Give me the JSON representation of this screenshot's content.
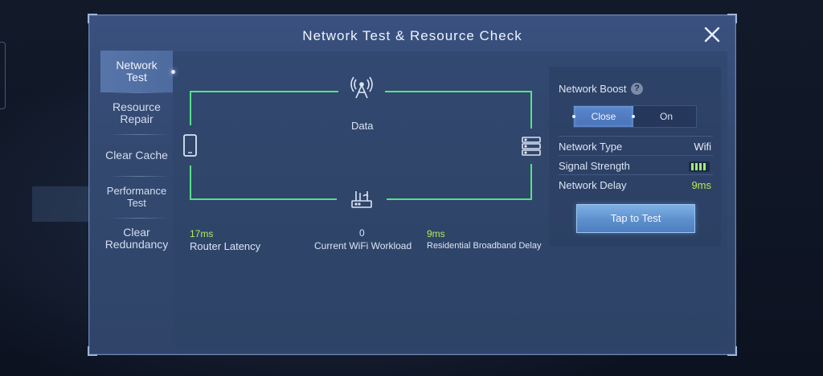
{
  "dialog": {
    "title": "Network Test & Resource Check",
    "close_icon": "close-icon"
  },
  "sidebar": {
    "items": [
      {
        "label": "Network Test",
        "active": true
      },
      {
        "label": "Resource Repair",
        "active": false
      },
      {
        "label": "Clear Cache",
        "active": false
      },
      {
        "label": "Performance Test",
        "active": false
      },
      {
        "label": "Clear Redundancy",
        "active": false
      }
    ]
  },
  "diagram": {
    "data_label": "Data",
    "icons": {
      "antenna": "antenna-icon",
      "phone": "phone-icon",
      "server": "server-icon",
      "router": "router-icon"
    },
    "line_color": "#57e08a",
    "router_latency": {
      "value": "17ms",
      "label": "Router Latency"
    },
    "wifi_workload": {
      "value": "0",
      "label": "Current WiFi Workload"
    },
    "broadband_delay": {
      "value": "9ms",
      "label": "Residential Broadband Delay"
    }
  },
  "network_boost": {
    "label": "Network Boost",
    "help_icon": "?",
    "options": [
      "Close",
      "On"
    ],
    "selected": "Close"
  },
  "stats": {
    "network_type": {
      "label": "Network Type",
      "value": "Wifi"
    },
    "signal_strength": {
      "label": "Signal Strength",
      "bars_lit": 4,
      "bars_total": 4
    },
    "network_delay": {
      "label": "Network Delay",
      "value": "9ms"
    }
  },
  "actions": {
    "test_button": "Tap to Test"
  },
  "colors": {
    "accent_green": "#b6e85a",
    "signal_green": "#9df078",
    "panel_blue": "#33496f"
  }
}
